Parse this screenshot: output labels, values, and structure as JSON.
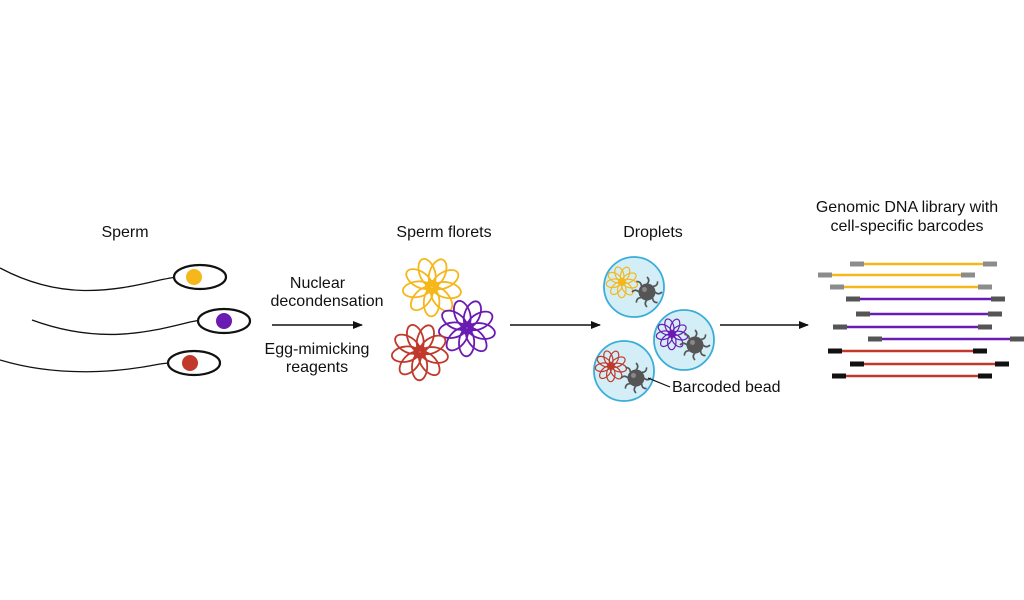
{
  "labels": {
    "sperm": "Sperm",
    "step1_line1": "Nuclear",
    "step1_line2": "decondensation",
    "step2_line1": "Egg-mimicking",
    "step2_line2": "reagents",
    "florets": "Sperm florets",
    "droplets": "Droplets",
    "bead": "Barcoded bead",
    "library_line1": "Genomic DNA library with",
    "library_line2": "cell-specific barcodes"
  },
  "colors": {
    "yellow": "#f5b719",
    "purple": "#6a1bb3",
    "red": "#c0392b",
    "droplet_fill": "#d4eef8",
    "droplet_stroke": "#3aaed8",
    "bead": "#555555",
    "barcode_gray": "#8c8c8c",
    "barcode_dark": "#555555",
    "barcode_black": "#111111"
  },
  "icons": {
    "sperm": "sperm-cell-icon",
    "floret": "floret-icon",
    "droplet": "droplet-icon",
    "bead": "barcoded-bead-icon",
    "fragment": "dna-fragment-icon",
    "arrow": "arrow-right-icon"
  }
}
